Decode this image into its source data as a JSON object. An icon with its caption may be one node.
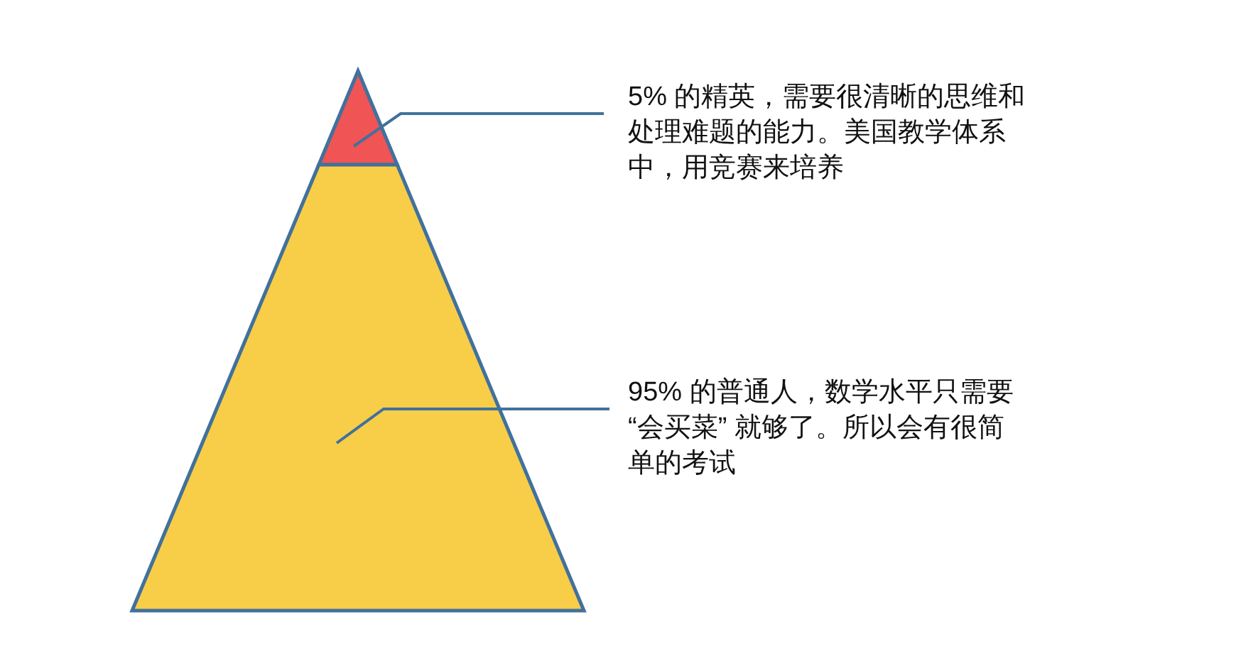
{
  "diagram": {
    "nodes": [
      {
        "text": [],
        "shape": "triangle"
      },
      {
        "text": [],
        "shape": "trapezoid"
      },
      {
        "text": [
          "5% 的精英，需要很清晰的思维和处理难题的能力。美国教学体系中，用竞赛来培养"
        ]
      },
      {
        "text": [
          "95% 的普通人，数学水平只需要 “会买菜” 就够了。所以会有很简单的考试"
        ]
      }
    ],
    "edges": [
      {
        "from": 2,
        "to": 0,
        "arrow": "none"
      },
      {
        "from": 3,
        "to": 1,
        "arrow": "none"
      }
    ]
  }
}
